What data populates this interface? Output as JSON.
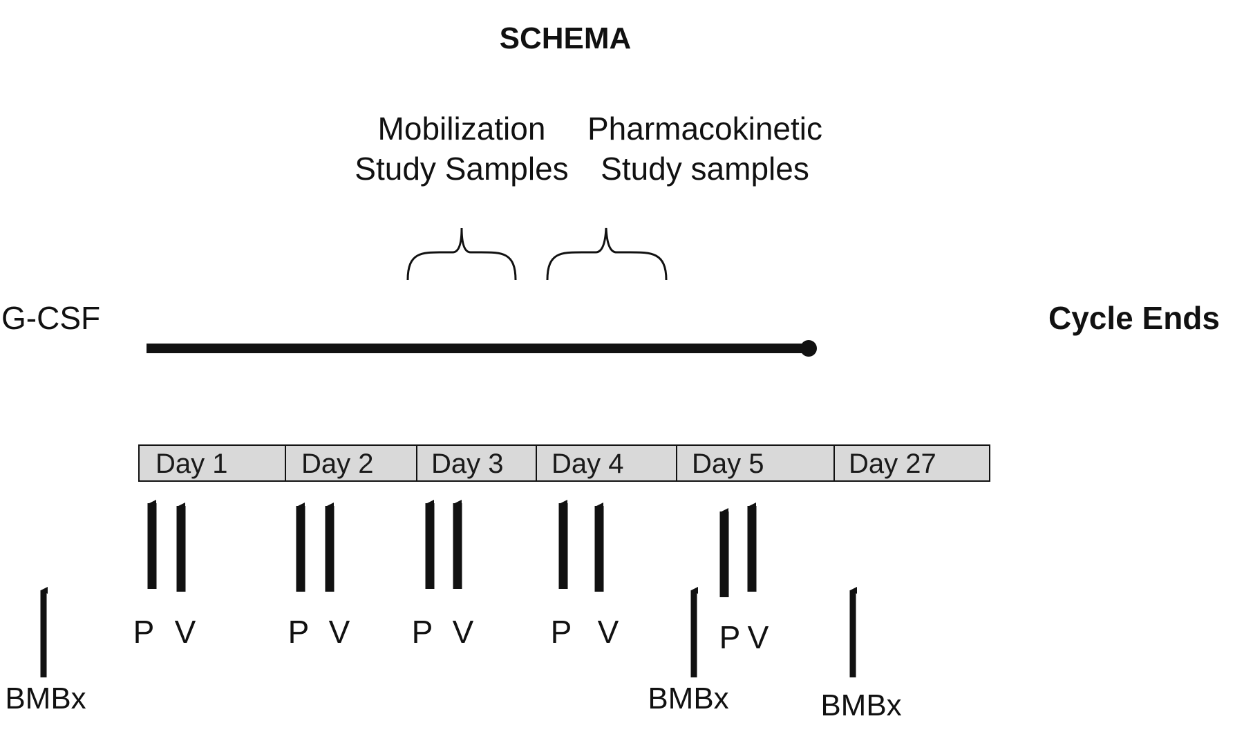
{
  "title": "SCHEMA",
  "captions": {
    "mobilization_line1": "Mobilization",
    "mobilization_line2": "Study Samples",
    "pk_line1": "Pharmacokinetic",
    "pk_line2": "Study samples"
  },
  "gcsf_label": "G-CSF",
  "cycle_end_label": "Cycle Ends",
  "days": [
    "Day 1",
    "Day 2",
    "Day 3",
    "Day 4",
    "Day 5",
    "Day 27"
  ],
  "pv_labels": [
    {
      "p": "P",
      "v": "V"
    },
    {
      "p": "P",
      "v": "V"
    },
    {
      "p": "P",
      "v": "V"
    },
    {
      "p": "P",
      "v": "V"
    },
    {
      "p": "P",
      "v": "V"
    }
  ],
  "bmbx_labels": [
    "BMBx",
    "BMBx",
    "BMBx"
  ],
  "colors": {
    "ink": "#111111",
    "day_fill": "#d9d9d9",
    "background": "#ffffff"
  }
}
